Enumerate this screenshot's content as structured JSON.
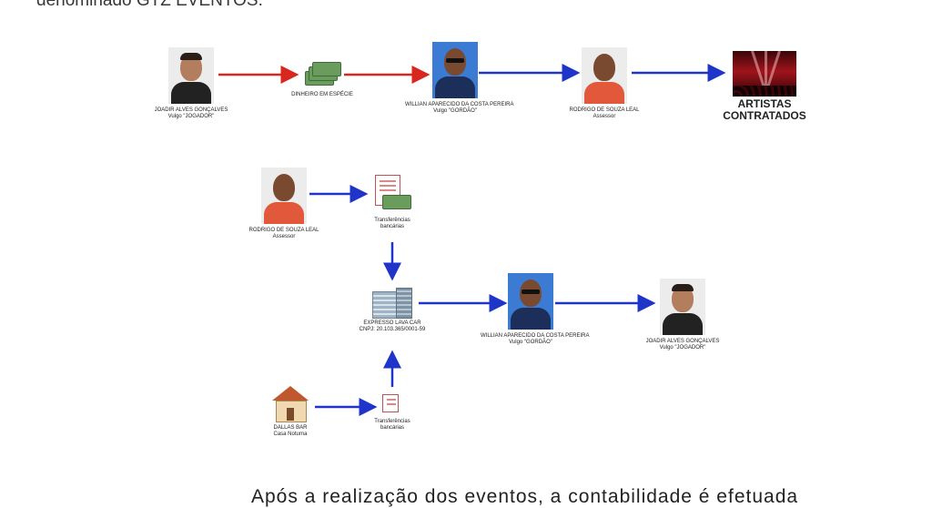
{
  "header_text": "denominado GTZ EVENTOS.",
  "footer_text": "Após a realização dos eventos, a contabilidade é efetuada",
  "colors": {
    "red_arrow": "#d9271f",
    "blue_arrow": "#1f35c9"
  },
  "nodes": {
    "joadir_top": {
      "line1": "JOADIR ALVES GONÇALVES",
      "line2": "Vulgo \"JOGADOR\""
    },
    "dinheiro": {
      "line1": "DINHEIRO EM ESPÉCIE",
      "icon": "money-stack-icon"
    },
    "willian_top": {
      "line1": "WILLIAN APARECIDO DA COSTA PEREIRA",
      "line2": "Vulgo \"GORDÃO\""
    },
    "rodrigo_top": {
      "line1": "RODRIGO DE SOUZA LEAL",
      "line2": "Assessor"
    },
    "artistas": {
      "line1": "ARTISTAS",
      "line2": "CONTRATADOS",
      "icon": "concert-stage-icon"
    },
    "rodrigo_mid": {
      "line1": "RODRIGO DE SOUZA LEAL",
      "line2": "Assessor"
    },
    "transf_1": {
      "line1": "Transferências",
      "line2": "bancárias",
      "icon": "bank-transfer-icon"
    },
    "expresso": {
      "line1": "EXPRESSO LAVA CAR",
      "line2": "CNPJ: 20.103.365/0001-59",
      "icon": "office-building-icon"
    },
    "willian_mid": {
      "line1": "WILLIAN APARECIDO DA COSTA PEREIRA",
      "line2": "Vulgo \"GORDÃO\""
    },
    "joadir_mid": {
      "line1": "JOADIR ALVES GONÇALVES",
      "line2": "Vulgo \"JOGADOR\""
    },
    "dallas": {
      "line1": "DALLAS BAR",
      "line2": "Casa Noturna",
      "icon": "house-icon"
    },
    "transf_2": {
      "line1": "Transferências",
      "line2": "bancárias",
      "icon": "bank-transfer-icon"
    }
  }
}
